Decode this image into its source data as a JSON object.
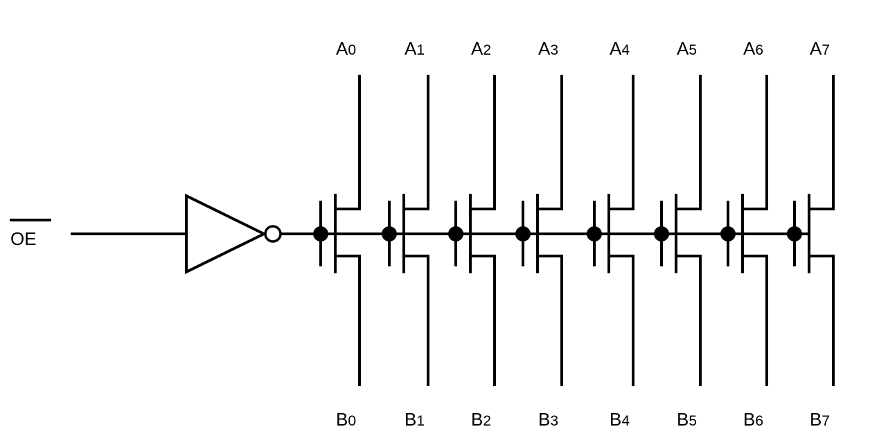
{
  "diagram": {
    "enable_label": "OE",
    "enable_overbar": true,
    "switches": [
      {
        "a_prefix": "A",
        "a_index": "0",
        "b_prefix": "B",
        "b_index": "0"
      },
      {
        "a_prefix": "A",
        "a_index": "1",
        "b_prefix": "B",
        "b_index": "1"
      },
      {
        "a_prefix": "A",
        "a_index": "2",
        "b_prefix": "B",
        "b_index": "2"
      },
      {
        "a_prefix": "A",
        "a_index": "3",
        "b_prefix": "B",
        "b_index": "3"
      },
      {
        "a_prefix": "A",
        "a_index": "4",
        "b_prefix": "B",
        "b_index": "4"
      },
      {
        "a_prefix": "A",
        "a_index": "5",
        "b_prefix": "B",
        "b_index": "5"
      },
      {
        "a_prefix": "A",
        "a_index": "6",
        "b_prefix": "B",
        "b_index": "6"
      },
      {
        "a_prefix": "A",
        "a_index": "7",
        "b_prefix": "B",
        "b_index": "7"
      }
    ],
    "colors": {
      "line": "#000000",
      "background": "#ffffff"
    }
  }
}
